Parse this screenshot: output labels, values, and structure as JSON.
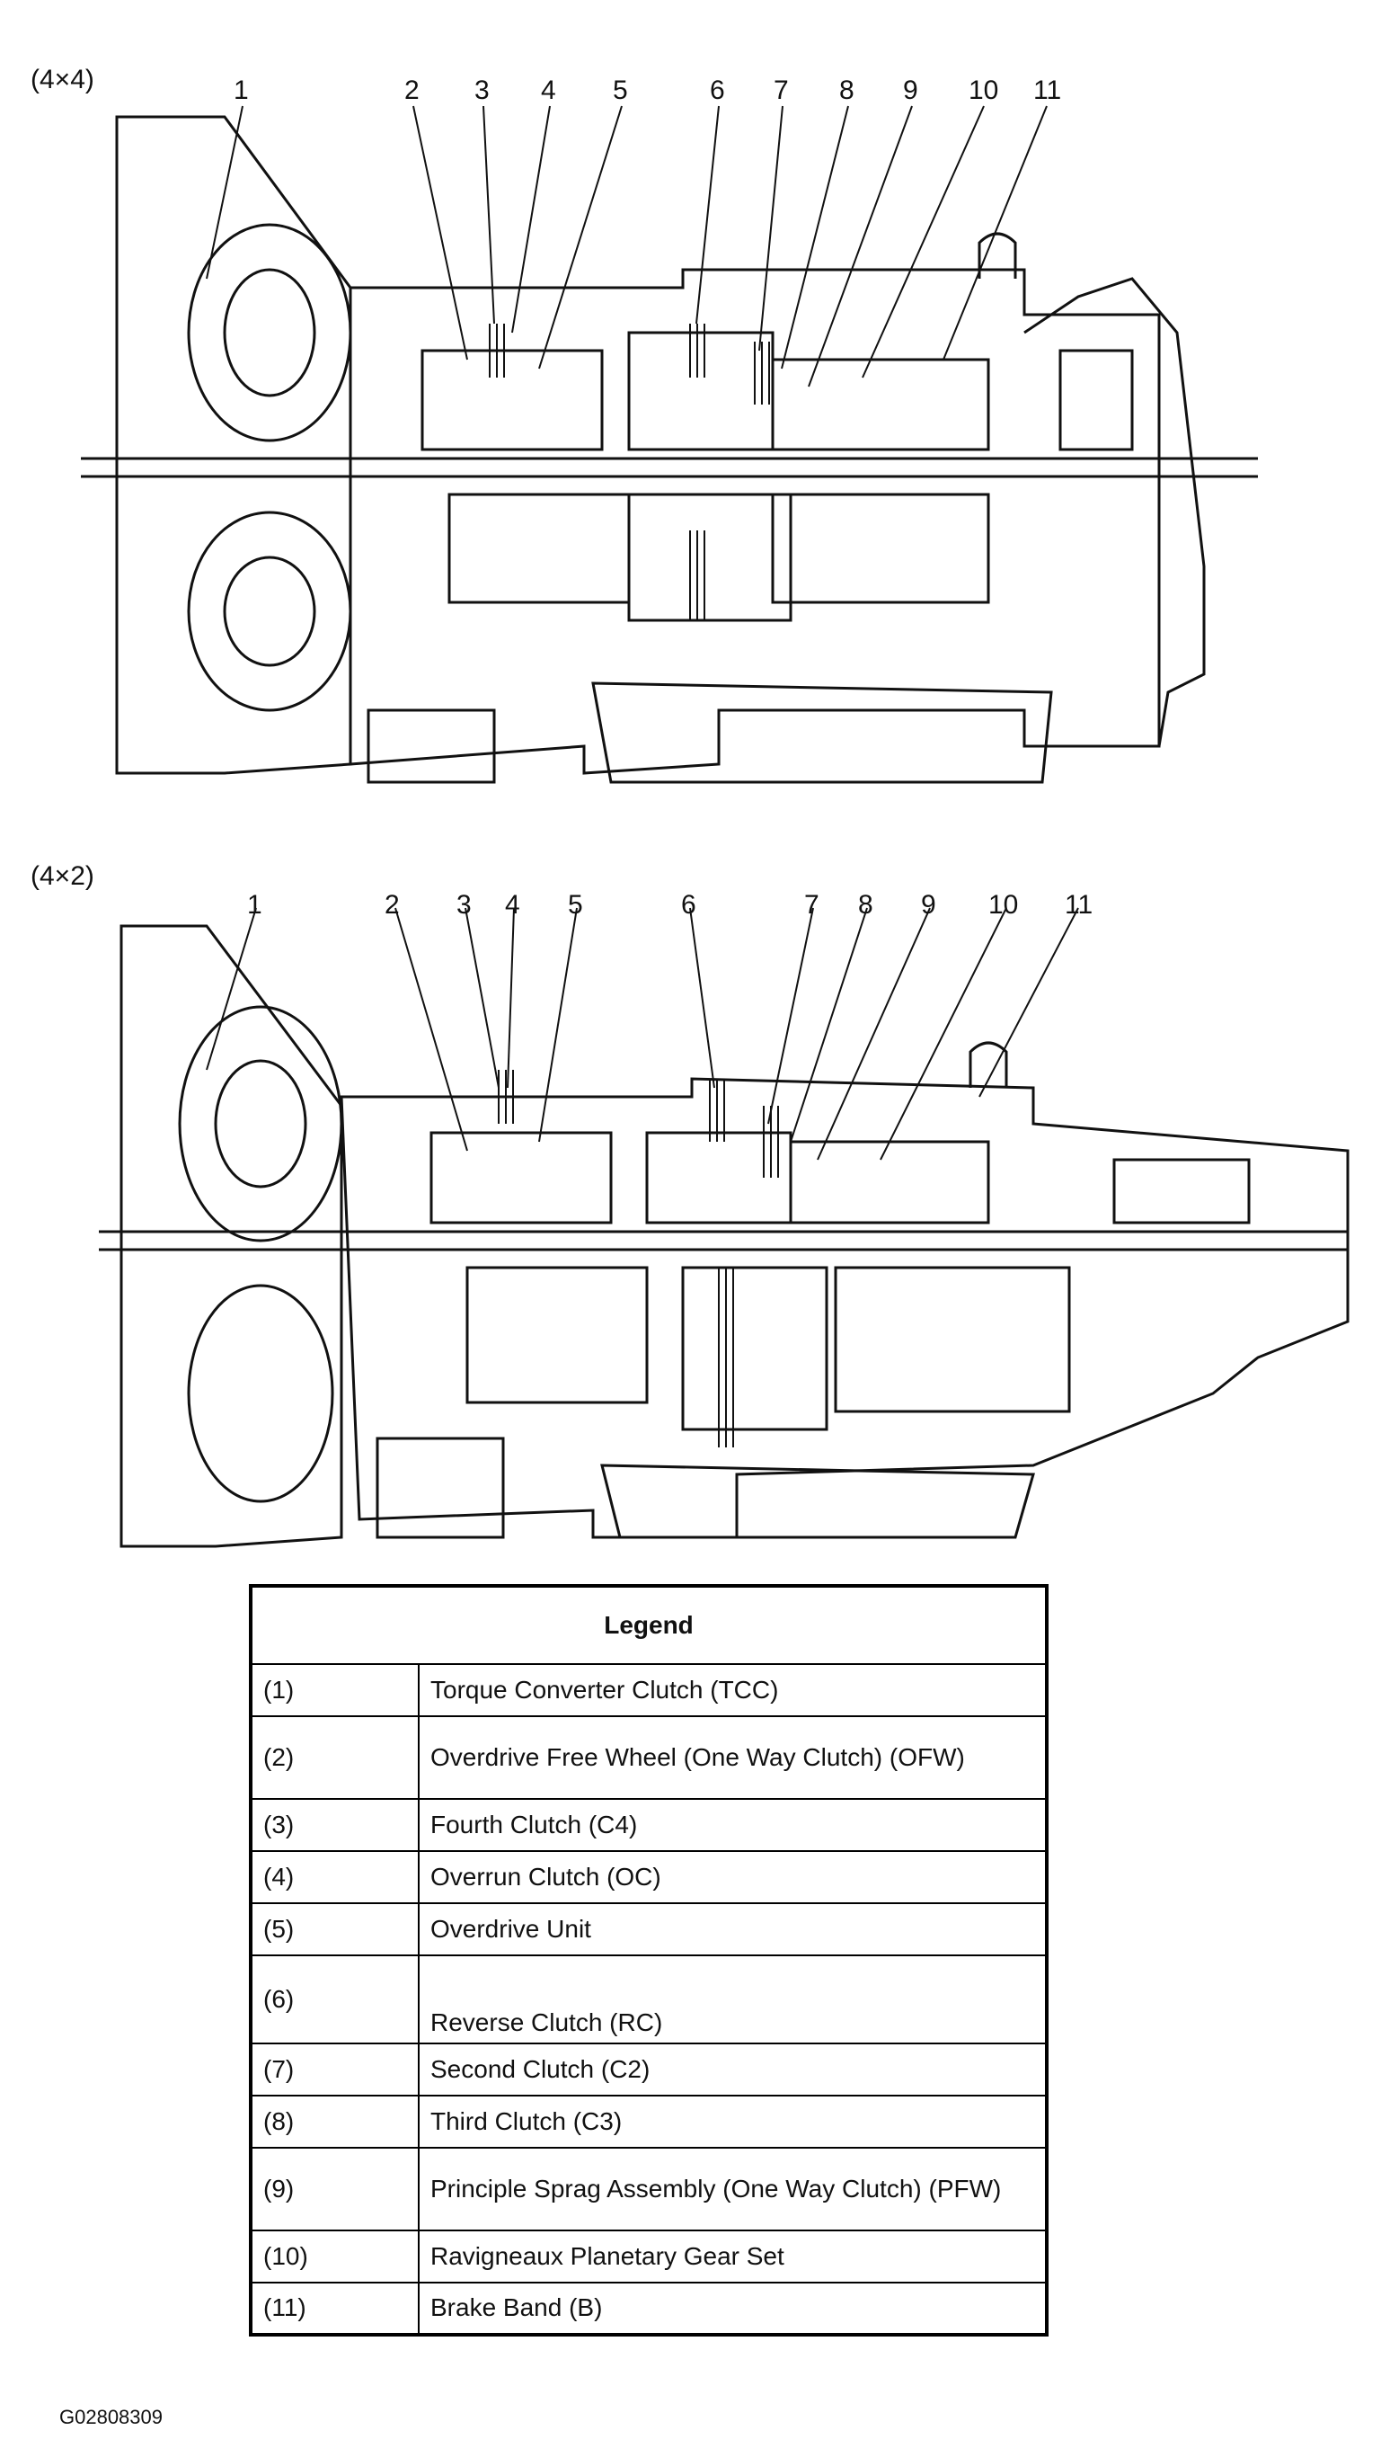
{
  "figure_id": "G02808309",
  "diagrams": [
    {
      "variant": "(4×4)",
      "callouts": [
        "1",
        "2",
        "3",
        "4",
        "5",
        "6",
        "7",
        "8",
        "9",
        "10",
        "11"
      ]
    },
    {
      "variant": "(4×2)",
      "callouts": [
        "1",
        "2",
        "3",
        "4",
        "5",
        "6",
        "7",
        "8",
        "9",
        "10",
        "11"
      ]
    }
  ],
  "legend": {
    "title": "Legend",
    "rows": [
      {
        "code": "(1)",
        "description": "Torque Converter Clutch (TCC)"
      },
      {
        "code": "(2)",
        "description": "Overdrive Free Wheel (One Way Clutch) (OFW)"
      },
      {
        "code": "(3)",
        "description": "Fourth Clutch (C4)"
      },
      {
        "code": "(4)",
        "description": "Overrun Clutch (OC)"
      },
      {
        "code": "(5)",
        "description": "Overdrive Unit"
      },
      {
        "code": "(6)",
        "description": "Reverse Clutch (RC)"
      },
      {
        "code": "(7)",
        "description": "Second Clutch (C2)"
      },
      {
        "code": "(8)",
        "description": "Third Clutch (C3)"
      },
      {
        "code": "(9)",
        "description": "Principle Sprag Assembly (One Way Clutch) (PFW)"
      },
      {
        "code": "(10)",
        "description": "Ravigneaux Planetary Gear Set"
      },
      {
        "code": "(11)",
        "description": "Brake Band (B)"
      }
    ]
  }
}
